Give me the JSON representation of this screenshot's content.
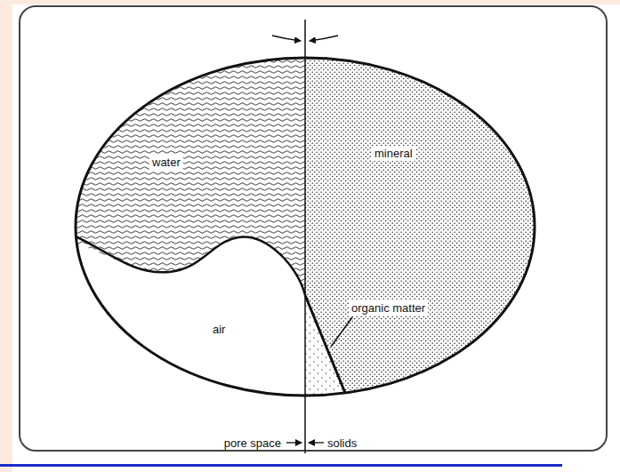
{
  "diagram": {
    "labels": [
      "mineral",
      "water",
      "organic matter",
      "air",
      "pore space",
      "solids"
    ]
  }
}
